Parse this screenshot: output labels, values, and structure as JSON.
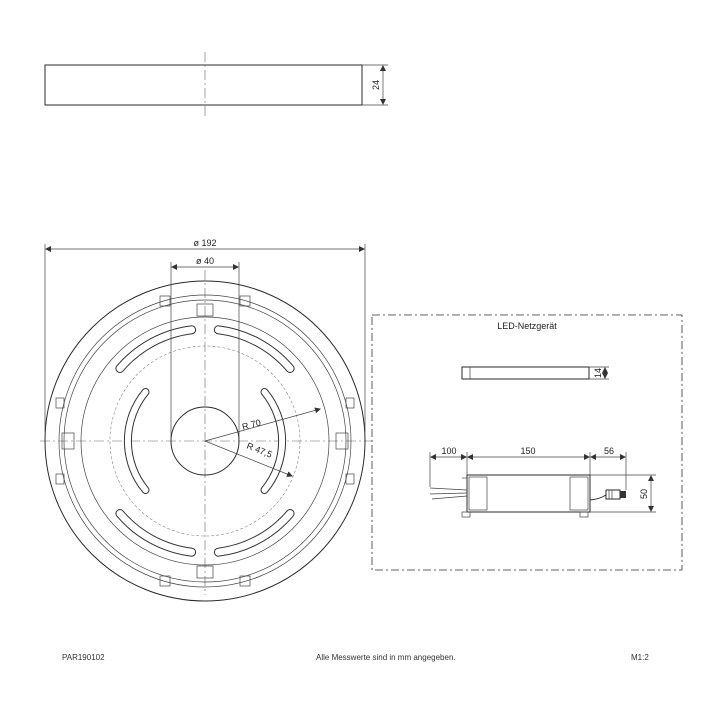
{
  "side_view": {
    "height_label": "24"
  },
  "top_view": {
    "diameter_label": "ø 192",
    "hole_label": "ø 40",
    "radius_outer_label": "R 70",
    "radius_inner_label": "R 47,5"
  },
  "driver": {
    "title": "LED-Netzgerät",
    "height_label": "14",
    "lead_length_label": "100",
    "body_length_label": "150",
    "cable_length_label": "56",
    "width_label": "50"
  },
  "footer": {
    "part_number": "PAR190102",
    "note": "Alle Messwerte sind in mm angegeben.",
    "scale": "M1:2"
  },
  "colors": {
    "line": "#2a2a2a",
    "text": "#222222"
  }
}
